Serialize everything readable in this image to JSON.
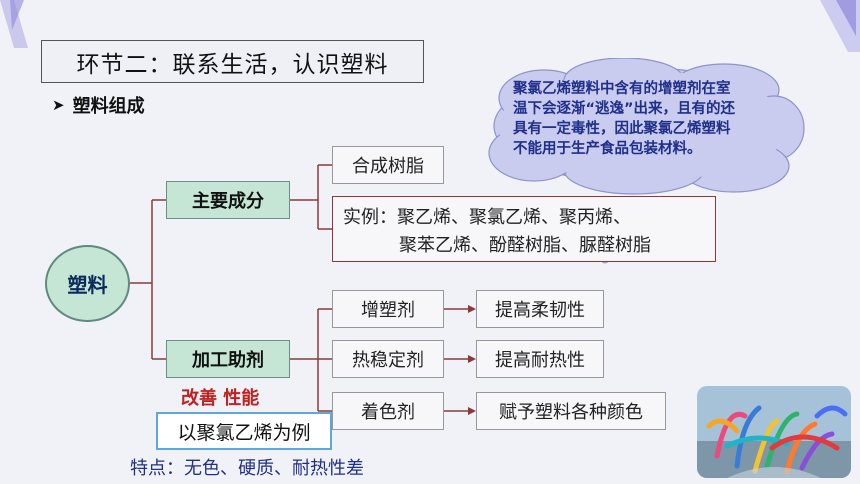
{
  "colors": {
    "accent_blue": "#1f2f8a",
    "warning_red": "#c02020",
    "node_green": "#c6e6d5",
    "highlight_border": "#5fa7d8"
  },
  "section_title": "环节二：联系生活，认识塑料",
  "subheading": {
    "bullet_icon": "arrow-bullet-icon",
    "label": "塑料组成"
  },
  "note": {
    "lines": [
      "聚氯乙烯塑料中含有的增塑剂在室",
      "温下会逐渐“逃逸”出来，且有的还",
      "具有一定毒性，因此聚氯乙烯塑料",
      "不能用于生产食品包装材料。"
    ]
  },
  "tree": {
    "root": "塑料",
    "main_component": {
      "label": "主要成分",
      "items": [
        "合成树脂"
      ],
      "example_line1": "实例：聚乙烯、聚氯乙烯、聚丙烯、",
      "example_line2": "聚苯乙烯、酚醛树脂、脲醛树脂"
    },
    "additives": {
      "label": "加工助剂",
      "rows": [
        {
          "agent": "增塑剂",
          "effect": "提高柔韧性"
        },
        {
          "agent": "热稳定剂",
          "effect": "提高耐热性"
        },
        {
          "agent": "着色剂",
          "effect": "赋予塑料各种颜色"
        }
      ]
    }
  },
  "improve_label": "改善 性能",
  "pvc_example": "以聚氯乙烯为例",
  "traits": "特点：无色、硬质、耐热性差",
  "photo": {
    "icon": "colorful-plastic-straws-image"
  }
}
